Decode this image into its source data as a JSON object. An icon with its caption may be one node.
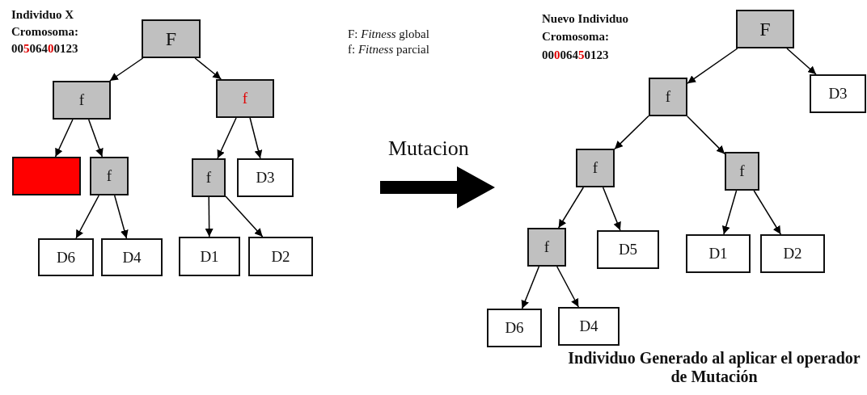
{
  "diagram": {
    "caption": "Individuo Generado al aplicar el operador de Mutación",
    "nodes": [
      {
        "text": [
          "F"
        ]
      },
      {
        "text": [
          "f"
        ]
      },
      {
        "text": [
          "**f**"
        ]
      },
      {
        "text": [],
        "shape": "box"
      },
      {
        "text": [
          "f"
        ]
      },
      {
        "text": [
          "f"
        ]
      },
      {
        "text": [
          "D3"
        ]
      },
      {
        "text": [
          "D6"
        ]
      },
      {
        "text": [
          "D4"
        ]
      },
      {
        "text": [
          "D1"
        ]
      },
      {
        "text": [
          "D2"
        ]
      },
      {
        "text": [
          "F"
        ]
      },
      {
        "text": [
          "D3"
        ]
      },
      {
        "text": [
          "f"
        ]
      },
      {
        "text": [
          "f"
        ]
      },
      {
        "text": [
          "f"
        ]
      },
      {
        "text": [
          "f"
        ]
      },
      {
        "text": [
          "D5"
        ]
      },
      {
        "text": [
          "D1"
        ]
      },
      {
        "text": [
          "D2"
        ]
      },
      {
        "text": [
          "D6"
        ]
      },
      {
        "text": [
          "D4"
        ]
      }
    ],
    "edges": [
      {
        "from": 0,
        "to": 1,
        "arrow": "to"
      },
      {
        "from": 0,
        "to": 2,
        "arrow": "to"
      },
      {
        "from": 1,
        "to": 3,
        "arrow": "to"
      },
      {
        "from": 1,
        "to": 4,
        "arrow": "to"
      },
      {
        "from": 4,
        "to": 7,
        "arrow": "to"
      },
      {
        "from": 4,
        "to": 8,
        "arrow": "to"
      },
      {
        "from": 2,
        "to": 5,
        "arrow": "to"
      },
      {
        "from": 2,
        "to": 6,
        "arrow": "to"
      },
      {
        "from": 5,
        "to": 9,
        "arrow": "to"
      },
      {
        "from": 5,
        "to": 10,
        "arrow": "to"
      },
      {
        "from": 11,
        "to": 13,
        "arrow": "to"
      },
      {
        "from": 11,
        "to": 12,
        "arrow": "to"
      },
      {
        "from": 13,
        "to": 14,
        "arrow": "to"
      },
      {
        "from": 13,
        "to": 15,
        "arrow": "to"
      },
      {
        "from": 14,
        "to": 16,
        "arrow": "to"
      },
      {
        "from": 14,
        "to": 17,
        "arrow": "to"
      },
      {
        "from": 16,
        "to": 20,
        "arrow": "to"
      },
      {
        "from": 16,
        "to": 21,
        "arrow": "to"
      },
      {
        "from": 15,
        "to": 18,
        "arrow": "to"
      },
      {
        "from": 15,
        "to": 19,
        "arrow": "to"
      }
    ],
    "labels": [
      "Individuo X",
      "Cromosoma:",
      "00**5**064**0**0123",
      "F: *Fitness* global",
      "f: *Fitness* parcial",
      "Mutacion",
      "Nuevo Individuo",
      "Cromosoma:",
      "00**0**064**5**0123"
    ]
  }
}
